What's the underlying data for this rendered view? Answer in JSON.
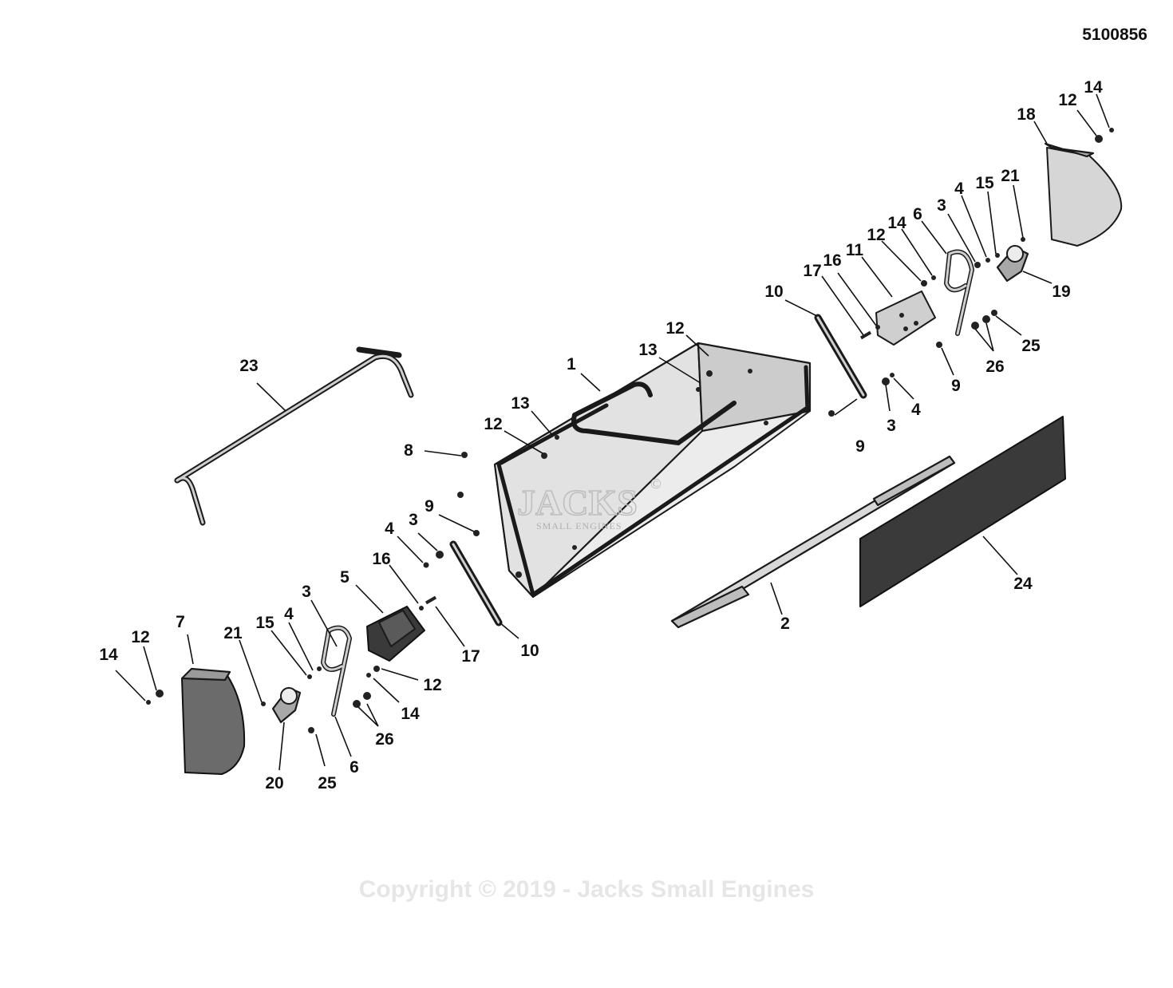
{
  "drawing_number": "5100856",
  "copyright": "Copyright © 2019 - Jacks Small Engines",
  "watermark": {
    "brand": "JACKS",
    "mark": "©",
    "tagline": "SMALL ENGINES"
  },
  "callouts": [
    "1",
    "2",
    "3",
    "3",
    "3",
    "3",
    "4",
    "4",
    "4",
    "4",
    "5",
    "6",
    "6",
    "7",
    "8",
    "9",
    "9",
    "9",
    "10",
    "10",
    "11",
    "12",
    "12",
    "12",
    "12",
    "12",
    "12",
    "13",
    "13",
    "14",
    "14",
    "14",
    "14",
    "15",
    "15",
    "16",
    "16",
    "17",
    "17",
    "18",
    "19",
    "20",
    "21",
    "21",
    "23",
    "24",
    "25",
    "25",
    "26",
    "26"
  ]
}
